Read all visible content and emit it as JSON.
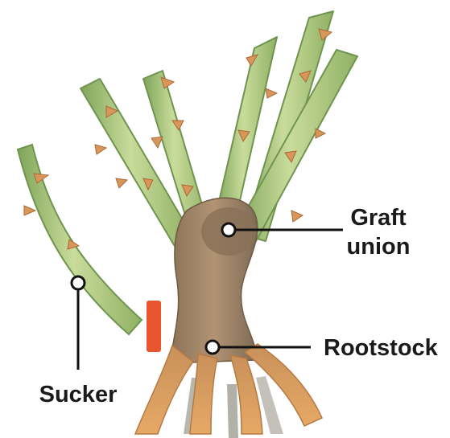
{
  "labels": {
    "graft_union_line1": "Graft",
    "graft_union_line2": "union",
    "rootstock": "Rootstock",
    "sucker": "Sucker"
  },
  "colors": {
    "stem_green": "#b5cf87",
    "stem_shade": "#7fa55a",
    "thorn": "#d9965a",
    "trunk": "#a4876a",
    "roots": "#d99a5c",
    "cut_marker": "#e8552e",
    "leader_line": "#111111"
  }
}
